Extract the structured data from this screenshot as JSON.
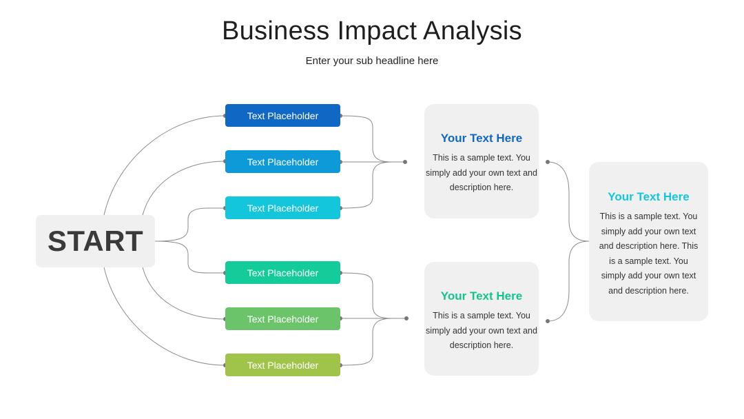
{
  "header": {
    "title": "Business Impact Analysis",
    "subtitle": "Enter your sub headline here"
  },
  "start": {
    "label": "START"
  },
  "pills": [
    {
      "label": "Text Placeholder",
      "color": "#1068c4"
    },
    {
      "label": "Text Placeholder",
      "color": "#0e99d8"
    },
    {
      "label": "Text Placeholder",
      "color": "#14c6dc"
    },
    {
      "label": "Text Placeholder",
      "color": "#14cc99"
    },
    {
      "label": "Text Placeholder",
      "color": "#6cc46a"
    },
    {
      "label": "Text Placeholder",
      "color": "#a0c44a"
    }
  ],
  "cards": {
    "top": {
      "title": "Your Text Here",
      "title_color": "#1068c4",
      "body": "This is a sample text. You simply add your own text and description here."
    },
    "bottom": {
      "title": "Your Text Here",
      "title_color": "#14c48e",
      "body": "This is a sample text. You simply add your own text and description here."
    },
    "right": {
      "title": "Your Text Here",
      "title_color": "#14c6dc",
      "body": "This is a sample text. You simply add your own text and description here. This is a sample text. You simply add your own text and description here."
    }
  },
  "colors": {
    "connector": "#8a8a8a",
    "node_dot": "#777777",
    "card_bg": "#f0f0f0"
  }
}
